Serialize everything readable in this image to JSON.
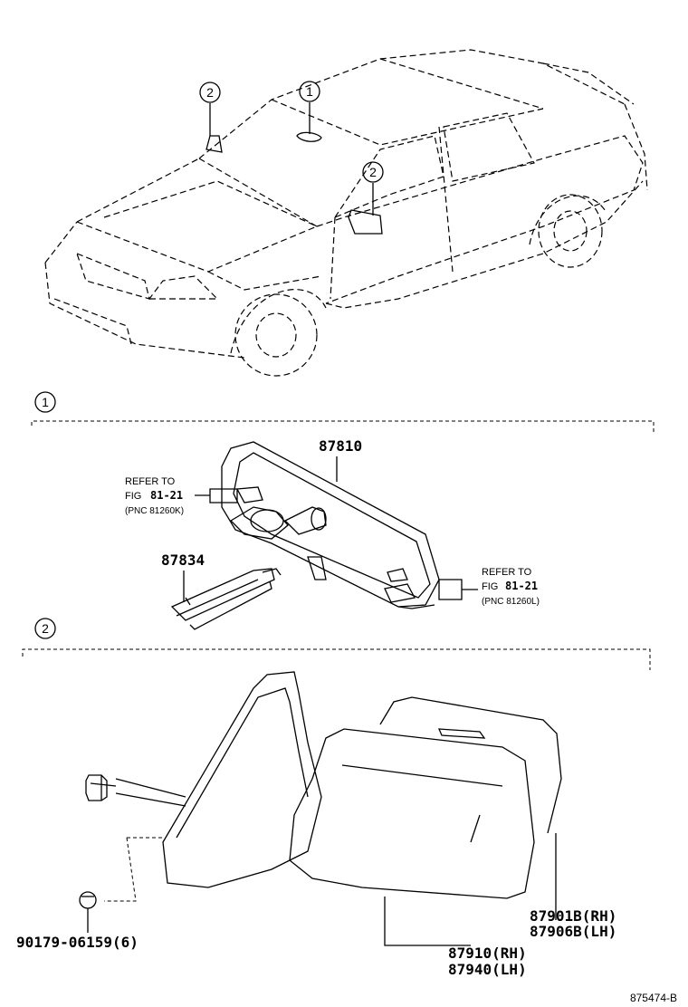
{
  "callouts": {
    "one": "1",
    "two": "2"
  },
  "section1": {
    "part_mirror": "87810",
    "part_bracket": "87834",
    "refer_left": {
      "line1": "REFER TO",
      "line2_prefix": "FIG",
      "line2_fig": "81-21",
      "line3": "(PNC 81260K)"
    },
    "refer_right": {
      "line1": "REFER TO",
      "line2_prefix": "FIG",
      "line2_fig": "81-21",
      "line3": "(PNC 81260L)"
    }
  },
  "section2": {
    "part_screw": "90179-06159(6)",
    "part_outer_rh": "87901B(RH)",
    "part_outer_lh": "87906B(LH)",
    "part_assy_rh": "87910(RH)",
    "part_assy_lh": "87940(LH)"
  },
  "figure_id": "875474-B"
}
